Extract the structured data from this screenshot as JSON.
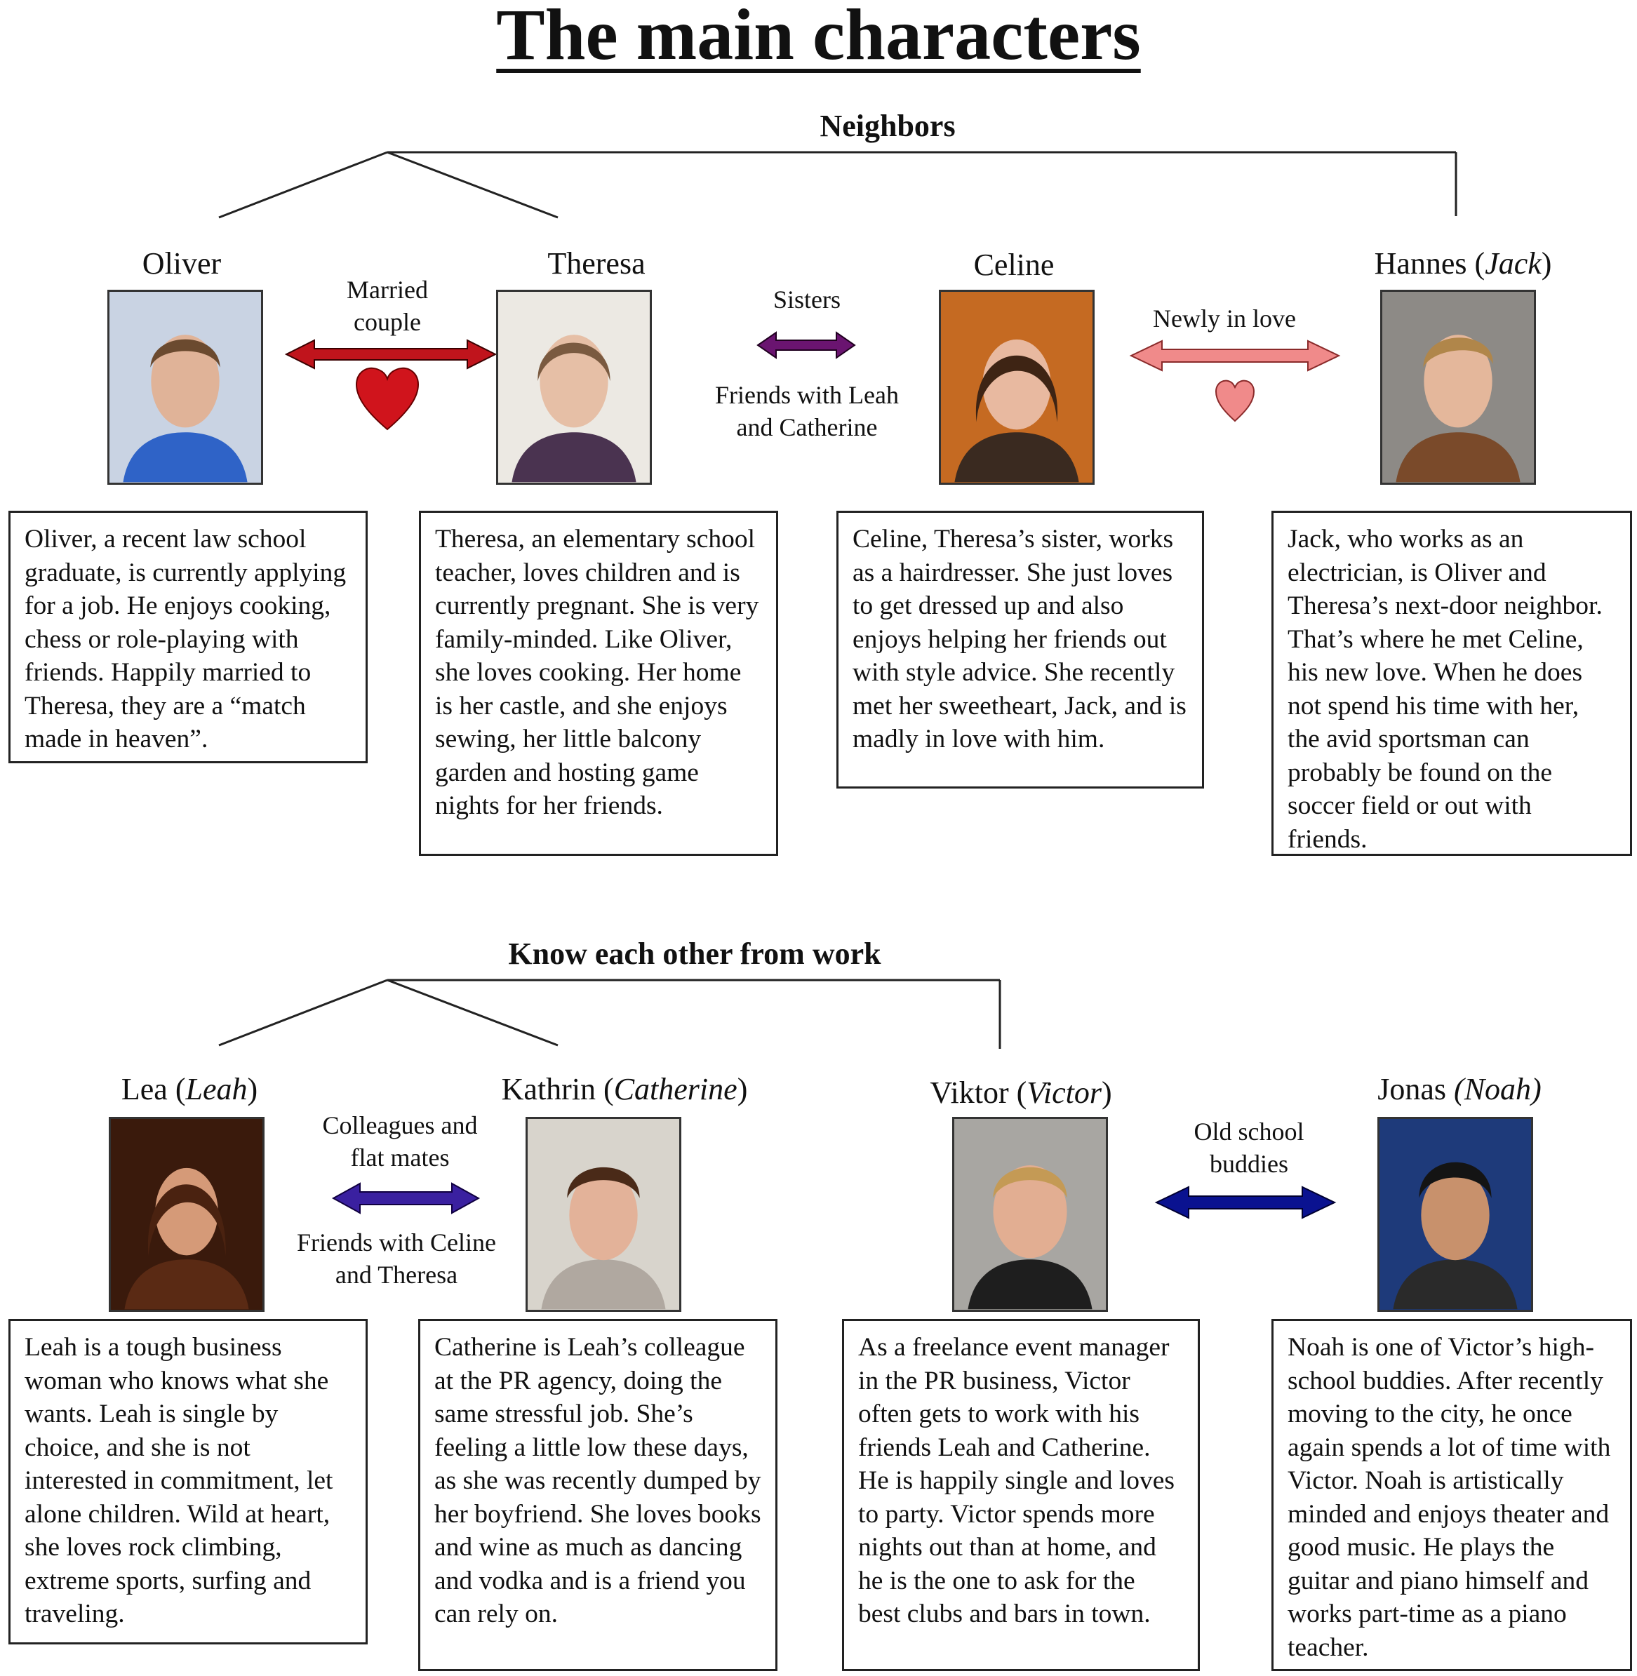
{
  "title": "The main characters",
  "groups": {
    "top": "Neighbors",
    "bottom": "Know each other from work"
  },
  "characters": [
    {
      "name": "Oliver",
      "alias": "",
      "description": "Oliver, a recent law school graduate, is currently applying for a job. He enjoys cooking, chess or role-playing with friends. Happily married to Theresa, they are a “match made in heaven”."
    },
    {
      "name": "Theresa",
      "alias": "",
      "description": "Theresa, an elementary school teacher, loves children and is currently pregnant. She is very family-minded. Like Oliver, she loves cooking. Her home is her castle, and she enjoys sewing, her little balcony garden and hosting game nights for her friends."
    },
    {
      "name": "Celine",
      "alias": "",
      "description": "Celine, Theresa’s sister, works as a hairdresser. She just loves to get dressed up and also enjoys helping her friends out with style advice. She recently met her sweetheart, Jack, and is madly in love with him."
    },
    {
      "name": "Hannes",
      "alias": "Jack",
      "description": "Jack, who works as an electrician, is Oliver and Theresa’s next-door neighbor. That’s where he met Celine, his new love. When he does not spend his time with her, the avid sportsman can probably be found on the soccer field or out with friends."
    },
    {
      "name": "Lea",
      "alias": "Leah",
      "description": "Leah is a tough business woman who knows what she wants. Leah is single by choice, and she is not interested in commitment, let alone children. Wild at heart, she loves rock climbing, extreme sports, surfing and traveling."
    },
    {
      "name": "Kathrin",
      "alias": "Catherine",
      "description": "Catherine is Leah’s colleague at the PR agency, doing the same stressful job. She’s feeling a little low these days, as she was recently dumped by her boyfriend. She loves books and wine as much as dancing and vodka and is a friend you can rely on."
    },
    {
      "name": "Viktor",
      "alias": "Victor",
      "description": "As a freelance event manager in the PR business, Victor often gets to work with his friends Leah and Catherine. He is happily single and loves to party. Victor spends more nights out than at home, and he is the one to ask for the best clubs and bars in town."
    },
    {
      "name": "Jonas",
      "alias": "Noah",
      "description": "Noah is one of Victor’s high-school buddies. After recently moving to the city, he once again spends a lot of time with Victor. Noah is artistically minded and enjoys theater and good music. He plays the guitar and piano himself and works part-time as a piano teacher."
    }
  ],
  "relations": {
    "married": {
      "line1": "Married",
      "line2": "couple",
      "color": "#c0141c"
    },
    "sisters": {
      "label": "Sisters",
      "note1": "Friends with Leah",
      "note2": "and Catherine",
      "color": "#6a1470"
    },
    "newly": {
      "label": "Newly in love",
      "color": "#f08a8a"
    },
    "colleagues": {
      "line1": "Colleagues and",
      "line2": "flat mates",
      "note1": "Friends with Celine",
      "note2": "and Theresa",
      "color": "#3a20a0"
    },
    "buddies": {
      "line1": "Old school",
      "line2": "buddies",
      "color": "#0a1290"
    }
  }
}
